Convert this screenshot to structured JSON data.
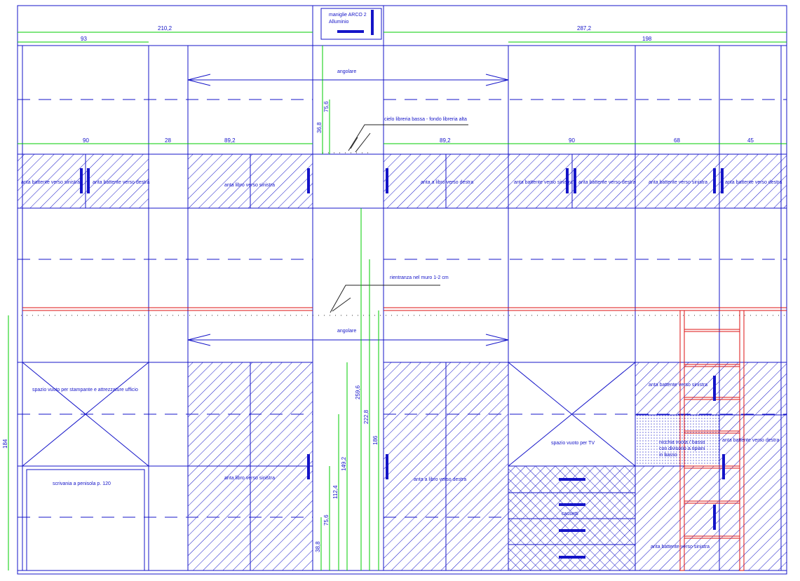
{
  "title_block": {
    "line1": "maniglie ARCO 2",
    "line2": "Alluminio"
  },
  "dimensions": {
    "top_left_total": "210,2",
    "top_right_total": "287,2",
    "top_left_first": "93",
    "top_right_part": "198",
    "shelf_90_left": "90",
    "shelf_28": "28",
    "shelf_89_2_left": "89,2",
    "shelf_89_2_right": "89,2",
    "shelf_90_right": "90",
    "shelf_68": "68",
    "shelf_45": "45",
    "v_75_6_top": "75,6",
    "v_36_8_top": "36,8",
    "v_184": "184",
    "v_259_6": "259,6",
    "v_222_8": "222,8",
    "v_186": "186",
    "v_149_2": "149,2",
    "v_112_4": "112,4",
    "v_75_6_bottom": "75,6",
    "v_38_8_bottom": "38,8"
  },
  "notes": {
    "angolare_top": "angolare",
    "angolare_bottom": "angolare",
    "cielo": "cielo libreria bassa - fondo libreria alta",
    "rientranza": "rientranza nel muro 1-2 cm",
    "spazio_stampante": "spazio vuoto per stampante e attrezzature ufficio",
    "scrivania": "scrivania a penisola p. 120",
    "spazio_tv": "spazio vuoto per TV",
    "cassetti": "cassetti"
  },
  "door_labels": {
    "upper_1": "anta battente verso sinistra",
    "upper_2": "anta battente verso destra",
    "upper_3": "anta libro verso sinistra",
    "upper_4": "anta a libro verso destra",
    "upper_5": "anta battente verso sinistra",
    "upper_6": "anta battente verso destra",
    "upper_7": "anta battente verso sinistra",
    "upper_8": "anta battente verso destra",
    "lower_1": "anta libro verso sinistra",
    "lower_2": "anta a libro verso destra",
    "lower_3": "anta battente verso sinistra",
    "lower_4": "anta battente verso destra",
    "lower_5": "anta battente verso sinistra",
    "niche_1": "nicchia vuota / basso",
    "niche_2": "con divisorio a ripiani",
    "niche_3": "in basso"
  },
  "colors": {
    "line": "#1414c8",
    "dimension": "#00cc00",
    "ladder": "#dd1111",
    "background": "#ffffff"
  }
}
